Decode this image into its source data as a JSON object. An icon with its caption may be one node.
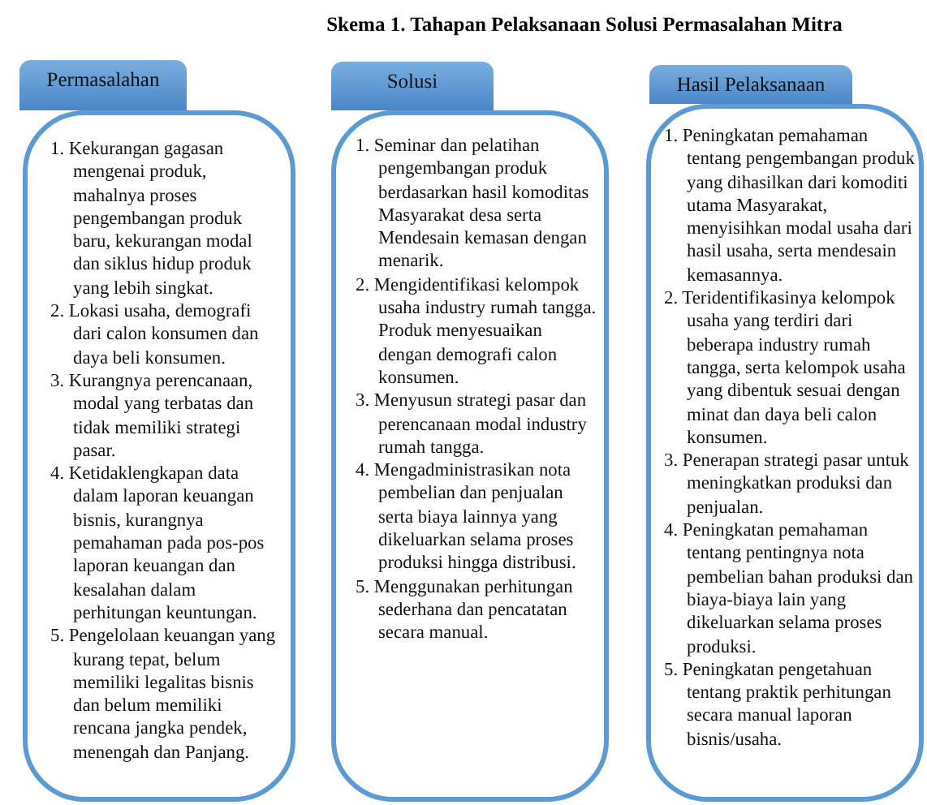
{
  "diagram": {
    "title": "Skema 1. Tahapan Pelaksanaan Solusi Permasalahan Mitra",
    "nodes": [
      {
        "text": [
          "Permasalahan"
        ]
      },
      {
        "text": [
          "1. Kekurangan gagasan mengenai produk, mahalnya proses pengembangan produk baru, kekurangan modal dan siklus hidup produk yang lebih singkat.",
          "2. Lokasi usaha, demografi dari calon konsumen dan daya beli konsumen.",
          "3. Kurangnya perencanaan, modal yang terbatas dan tidak memiliki strategi pasar.",
          "4. Ketidaklengkapan data dalam laporan keuangan bisnis, kurangnya pemahaman pada pos-pos laporan keuangan dan kesalahan dalam perhitungan keuntungan.",
          "5. Pengelolaan keuangan yang kurang tepat, belum memiliki legalitas bisnis dan belum memiliki rencana jangka pendek, menengah dan Panjang."
        ]
      },
      {
        "text": [
          "Solusi"
        ]
      },
      {
        "text": [
          "1. Seminar dan pelatihan pengembangan produk berdasarkan hasil komoditas Masyarakat desa serta Mendesain kemasan dengan menarik.",
          "2. Mengidentifikasi kelompok usaha industry rumah tangga. Produk menyesuaikan dengan demografi calon konsumen.",
          "3. Menyusun strategi pasar dan perencanaan modal industry rumah tangga.",
          "4. Mengadministrasikan nota pembelian dan penjualan serta biaya lainnya yang dikeluarkan selama proses produksi hingga distribusi.",
          "5. Menggunakan perhitungan sederhana dan pencatatan secara manual."
        ]
      },
      {
        "text": [
          "Hasil Pelaksanaan"
        ]
      },
      {
        "text": [
          "1. Peningkatan pemahaman tentang pengembangan produk yang dihasilkan dari komoditi utama Masyarakat, menyisihkan modal usaha dari hasil usaha, serta mendesain kemasannya.",
          "2. Teridentifikasinya kelompok usaha yang terdiri dari beberapa industry rumah tangga, serta kelompok usaha yang dibentuk sesuai dengan minat dan daya beli calon konsumen.",
          "3. Penerapan strategi pasar untuk meningkatkan produksi dan penjualan.",
          "4. Peningkatan pemahaman tentang pentingnya nota pembelian bahan produksi dan biaya-biaya lain yang dikeluarkan selama proses produksi.",
          "5. Peningkatan pengetahuan tentang praktik perhitungan secara manual laporan bisnis/usaha."
        ]
      }
    ]
  }
}
